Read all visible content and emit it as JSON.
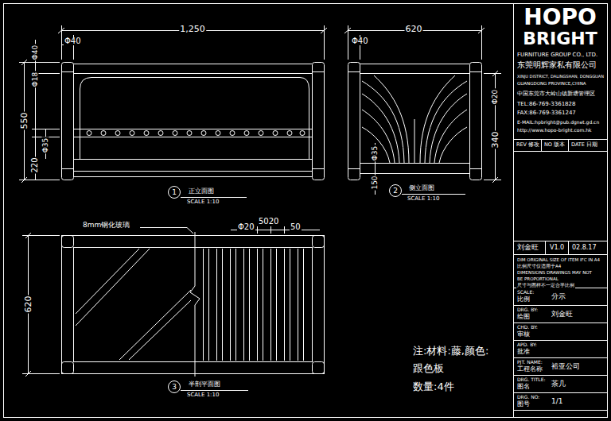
{
  "diagram": {
    "nodes": [
      {
        "text": [
          "1"
        ]
      },
      {
        "text": [
          "2"
        ]
      },
      {
        "text": [
          "3"
        ]
      }
    ],
    "labels": [
      "1,250",
      "Φ40",
      "Φ40",
      "Φ18",
      "550",
      "Φ35",
      "220",
      "正立面图",
      "SCALE 1:10",
      "620",
      "Φ40",
      "Φ20",
      "340",
      "Φ35",
      "150",
      "侧立面图",
      "SCALE 1:10",
      "8mm钢化玻璃",
      "Φ20",
      "5020",
      "50",
      "620",
      "半剖平面图",
      "SCALE 1:10",
      "注:材料:藤,颜色:",
      "跟色板",
      "数量:4件",
      "HOPO",
      "BRIGHT",
      "FURNITURE GROUP CO., LTD.",
      "东莞明辉家私有限公司",
      "XINJU DISTRICT, DALINGSHAN, DONGGUAN",
      "GUANGDONG PROVINCE,CHINA",
      "中国东莞市大岭山镇新塘管理区",
      "TEL:86-769-3361828",
      "FAX:86-769-3361247",
      "E-MAIL:hpbright@pub.dgnet.gd.cn",
      "http://www.hopo-bright.com.hk",
      "REV 修改",
      "NO 版本",
      "DATE 日期",
      "刘金旺",
      "V1.0",
      "02.8.17",
      "DIM ORIGINAL SIZE OF ITEM IFC IN A4",
      "比例尺寸仅适用于A4",
      "DIMENSIONS DRAWINGS MAY NOT",
      "BE PROPORTIONAL",
      "尺寸与图样不一定合乎比例",
      "SCALE:",
      "比例",
      "分示",
      "DRG. BY:",
      "绘图",
      "刘金旺",
      "CHD. BY:",
      "审核",
      "APD. BY:",
      "批准",
      "PJT. NAME:",
      "工程名称",
      "裕亚公司",
      "DRG. TITLE:",
      "图名",
      "茶几",
      "DRG. NO:",
      "图号",
      "1/1"
    ]
  }
}
